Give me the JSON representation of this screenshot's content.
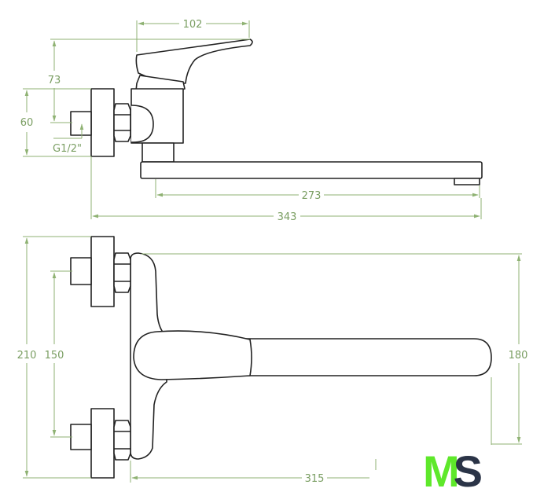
{
  "dimensions": {
    "lever_reach": "102",
    "height_above_inlet": "73",
    "flange_diameter": "60",
    "thread": "G1/2\"",
    "spout_length": "273",
    "total_length": "343",
    "overall_height": "210",
    "inlet_spacing": "150",
    "spout_height": "180",
    "spout_reach": "315"
  },
  "logo": {
    "part1": "M",
    "part2": "S",
    "colors": {
      "m": "#5ee82a",
      "s": "#2b3447"
    }
  },
  "colors": {
    "dimension": "#8fb273",
    "outline": "#222222"
  }
}
